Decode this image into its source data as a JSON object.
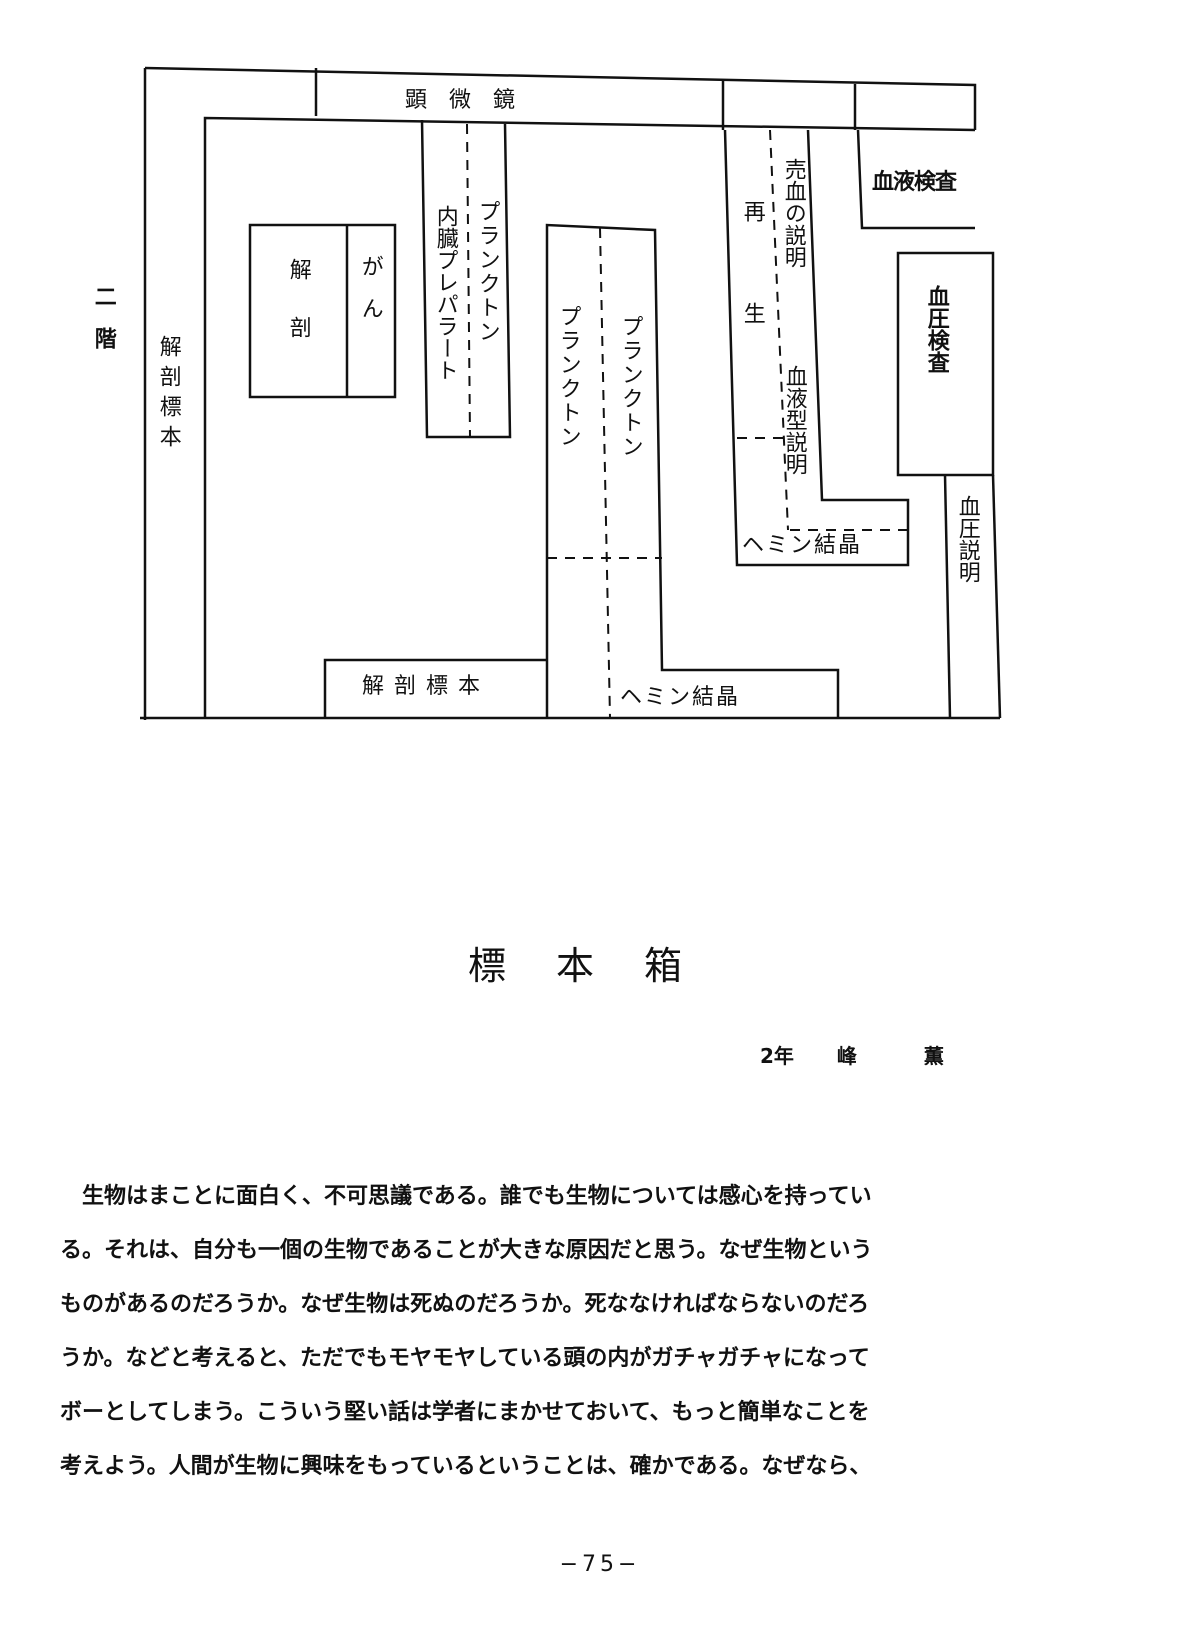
{
  "floor_plan": {
    "floor": "二階",
    "microscope": "顕微鏡",
    "anatomy_specimens_left": "解剖標本",
    "anatomy": "解剖",
    "cancer": "がん",
    "organ_slides": "内臓プレパラート",
    "plankton_1": "プランクトン",
    "plankton_2": "プランクトン",
    "plankton_3": "プランクトン",
    "regeneration": "再生",
    "blood_sale": "売血の説明",
    "blood_type": "血液型説明",
    "hemin_crystal_right": "ヘミン結晶",
    "blood_test": "血液検査",
    "blood_pressure_test": "血圧検査",
    "blood_pressure_explain": "血圧説明",
    "anatomy_specimens_bottom": "解剖標本",
    "hemin_crystal_bottom": "ヘミン結晶"
  },
  "article": {
    "title": "標本箱",
    "grade": "2年",
    "author_given": "峰",
    "author_name": "薫",
    "paragraph_lines": [
      "　生物はまことに面白く、不可思議である。誰でも生物については感心を持ってい",
      "る。それは、自分も一個の生物であることが大きな原因だと思う。なぜ生物という",
      "ものがあるのだろうか。なぜ生物は死ぬのだろうか。死ななければならないのだろ",
      "うか。などと考えると、ただでもモヤモヤしている頭の内がガチャガチャになって",
      "ボーとしてしまう。こういう堅い話は学者にまかせておいて、もっと簡単なことを",
      "考えよう。人間が生物に興味をもっているということは、確かである。なぜなら、"
    ]
  },
  "page_number": "−75−"
}
